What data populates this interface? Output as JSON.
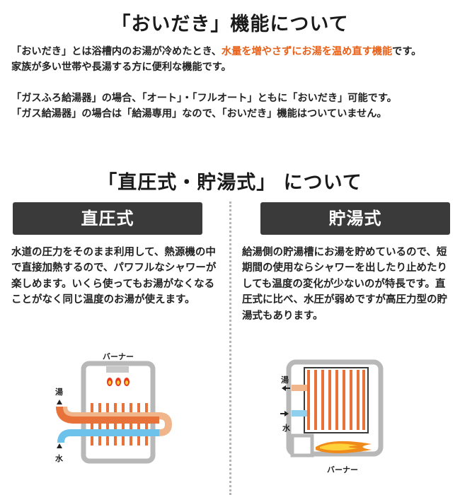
{
  "section1": {
    "title": "「おいだき」機能について",
    "line1_before": "「おいだき」とは浴槽内のお湯が冷めたとき、",
    "line1_highlight": "水量を増やさずにお湯を温め直す機能",
    "line1_after": "です。",
    "line2": "家族が多い世帯や長湯する方に便利な機能です。",
    "line3": "「ガスふろ給湯器」の場合、「オート」・「フルオート」ともに「おいだき」可能です。",
    "line4": "「ガス給湯器」の場合は「給湯専用」なので、「おいだき」機能はついていません。"
  },
  "section2": {
    "title": "「直圧式・貯湯式」 について",
    "left": {
      "heading": "直圧式",
      "text": "水道の圧力をそのまま利用して、熱源機の中で直接加熱するので、パワフルなシャワーが楽しめます。いくら使ってもお湯がなくなることがなく同じ温度のお湯が使えます。",
      "diagram": {
        "burner_label": "バーナー",
        "hot_label": "湯",
        "water_label": "水"
      }
    },
    "right": {
      "heading": "貯湯式",
      "text": "給湯側の貯湯槽にお湯を貯めているので、短期間の使用ならシャワーを出したり止めたりしても温度の変化が少ないのが特長です。直圧式に比べ、水圧が弱めですが高圧力型の貯湯式もあります。",
      "diagram": {
        "burner_label": "バーナー",
        "hot_label": "湯",
        "water_label": "水"
      }
    }
  },
  "colors": {
    "accent_orange": "#e8611a",
    "heading_bg": "#3a3a3a",
    "hot_pipe": "#e8733a",
    "cold_pipe": "#6cc2ea"
  }
}
